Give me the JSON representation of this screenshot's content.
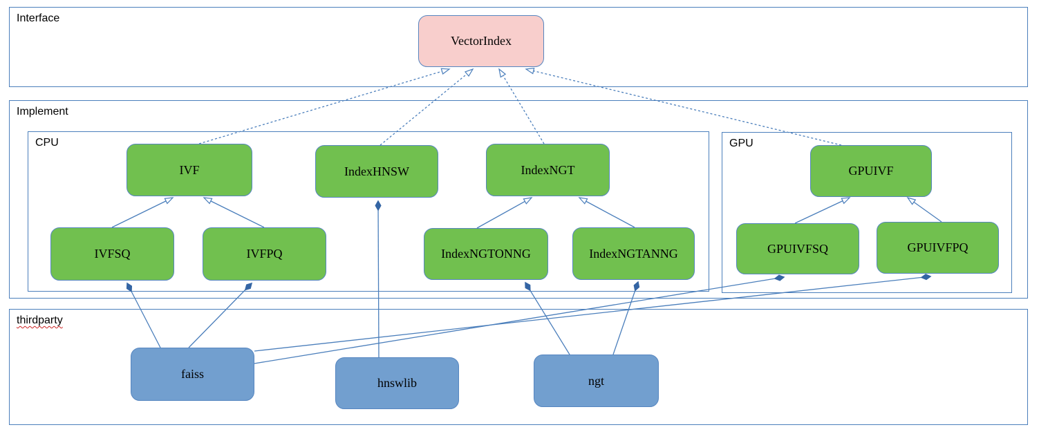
{
  "groups": {
    "interface": {
      "label": "Interface"
    },
    "implement": {
      "label": "Implement"
    },
    "cpu": {
      "label": "CPU"
    },
    "gpu": {
      "label": "GPU"
    },
    "thirdparty": {
      "label": "thirdparty"
    }
  },
  "nodes": {
    "vectorindex": {
      "label": "VectorIndex",
      "group": "interface"
    },
    "ivf": {
      "label": "IVF",
      "group": "cpu"
    },
    "indexhnsw": {
      "label": "IndexHNSW",
      "group": "cpu"
    },
    "indexngt": {
      "label": "IndexNGT",
      "group": "cpu"
    },
    "ivfsq": {
      "label": "IVFSQ",
      "group": "cpu"
    },
    "ivfpq": {
      "label": "IVFPQ",
      "group": "cpu"
    },
    "indexngtonng": {
      "label": "IndexNGTONNG",
      "group": "cpu"
    },
    "indexngtanng": {
      "label": "IndexNGTANNG",
      "group": "cpu"
    },
    "gpuivf": {
      "label": "GPUIVF",
      "group": "gpu"
    },
    "gpuivfsq": {
      "label": "GPUIVFSQ",
      "group": "gpu"
    },
    "gpuivfpq": {
      "label": "GPUIVFPQ",
      "group": "gpu"
    },
    "faiss": {
      "label": "faiss",
      "group": "thirdparty"
    },
    "hnswlib": {
      "label": "hnswlib",
      "group": "thirdparty"
    },
    "ngt": {
      "label": "ngt",
      "group": "thirdparty"
    }
  },
  "edges": [
    {
      "from": "IVF",
      "to": "VectorIndex",
      "type": "realization-dashed-hollow-arrow"
    },
    {
      "from": "IndexHNSW",
      "to": "VectorIndex",
      "type": "realization-dashed-hollow-arrow"
    },
    {
      "from": "IndexNGT",
      "to": "VectorIndex",
      "type": "realization-dashed-hollow-arrow"
    },
    {
      "from": "GPUIVF",
      "to": "VectorIndex",
      "type": "realization-dashed-hollow-arrow"
    },
    {
      "from": "IVFSQ",
      "to": "IVF",
      "type": "generalization-hollow-arrow"
    },
    {
      "from": "IVFPQ",
      "to": "IVF",
      "type": "generalization-hollow-arrow"
    },
    {
      "from": "IndexNGTONNG",
      "to": "IndexNGT",
      "type": "generalization-hollow-arrow"
    },
    {
      "from": "IndexNGTANNG",
      "to": "IndexNGT",
      "type": "generalization-hollow-arrow"
    },
    {
      "from": "GPUIVFSQ",
      "to": "GPUIVF",
      "type": "generalization-hollow-arrow"
    },
    {
      "from": "GPUIVFPQ",
      "to": "GPUIVF",
      "type": "generalization-hollow-arrow"
    },
    {
      "from": "faiss",
      "to": "IVFSQ",
      "type": "composition-filled-diamond"
    },
    {
      "from": "faiss",
      "to": "IVFPQ",
      "type": "composition-filled-diamond"
    },
    {
      "from": "faiss",
      "to": "GPUIVFSQ",
      "type": "composition-filled-diamond"
    },
    {
      "from": "faiss",
      "to": "GPUIVFPQ",
      "type": "composition-filled-diamond"
    },
    {
      "from": "hnswlib",
      "to": "IndexHNSW",
      "type": "composition-filled-diamond"
    },
    {
      "from": "ngt",
      "to": "IndexNGTONNG",
      "type": "composition-filled-diamond"
    },
    {
      "from": "ngt",
      "to": "IndexNGTANNG",
      "type": "composition-filled-diamond"
    }
  ],
  "colors": {
    "interface_fill": "#f8cecc",
    "implement_fill": "#71c04f",
    "thirdparty_fill": "#729fcf",
    "group_border": "#4a7ebb",
    "node_border": "#5585c0",
    "line": "#4a7ebb",
    "diamond_fill": "#3465a4",
    "spellcheck": "#cc2222"
  }
}
